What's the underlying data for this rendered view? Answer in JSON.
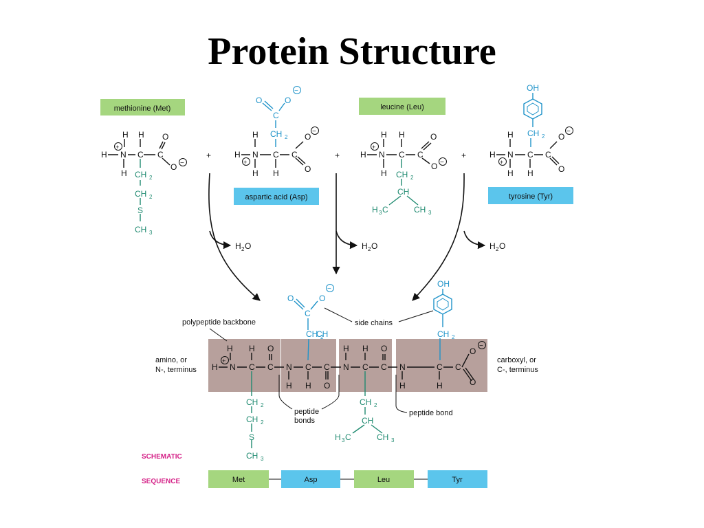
{
  "title": "Protein Structure",
  "colors": {
    "met": "#a5d67f",
    "asp": "#5bc5ec",
    "leu": "#a5d67f",
    "tyr": "#5bc5ec",
    "backbone": "#b7a09c",
    "side_chain": "#1f93c9",
    "r_group_green": "#1f8a70",
    "label_magenta": "#d41f86"
  },
  "amino_acids": {
    "met_label": "methionine (Met)",
    "asp_label": "aspartic acid (Asp)",
    "leu_label": "leucine (Leu)",
    "tyr_label": "tyrosine (Tyr)"
  },
  "atoms": {
    "H": "H",
    "N": "N",
    "C": "C",
    "O": "O",
    "S": "S",
    "OH": "OH",
    "CH": "CH",
    "plus": "+",
    "minus": "−"
  },
  "groups": {
    "ch2": "CH",
    "ch3": "CH",
    "h3c": "H",
    "sub2": "2",
    "sub3": "3",
    "c3": "C"
  },
  "reaction": {
    "plus": "+",
    "water": "H",
    "water_sub": "2",
    "water_o": "O"
  },
  "annotations": {
    "polypeptide_backbone": "polypeptide backbone",
    "side_chains": "side chains",
    "amino_terminus_1": "amino, or",
    "amino_terminus_2": "N-, terminus",
    "carboxyl_terminus_1": "carboxyl, or",
    "carboxyl_terminus_2": "C-, terminus",
    "peptide_bonds_1": "peptide",
    "peptide_bonds_2": "bonds",
    "peptide_bond": "peptide bond"
  },
  "schematic_label": "SCHEMATIC",
  "sequence_label": "SEQUENCE",
  "sequence": [
    "Met",
    "Asp",
    "Leu",
    "Tyr"
  ]
}
